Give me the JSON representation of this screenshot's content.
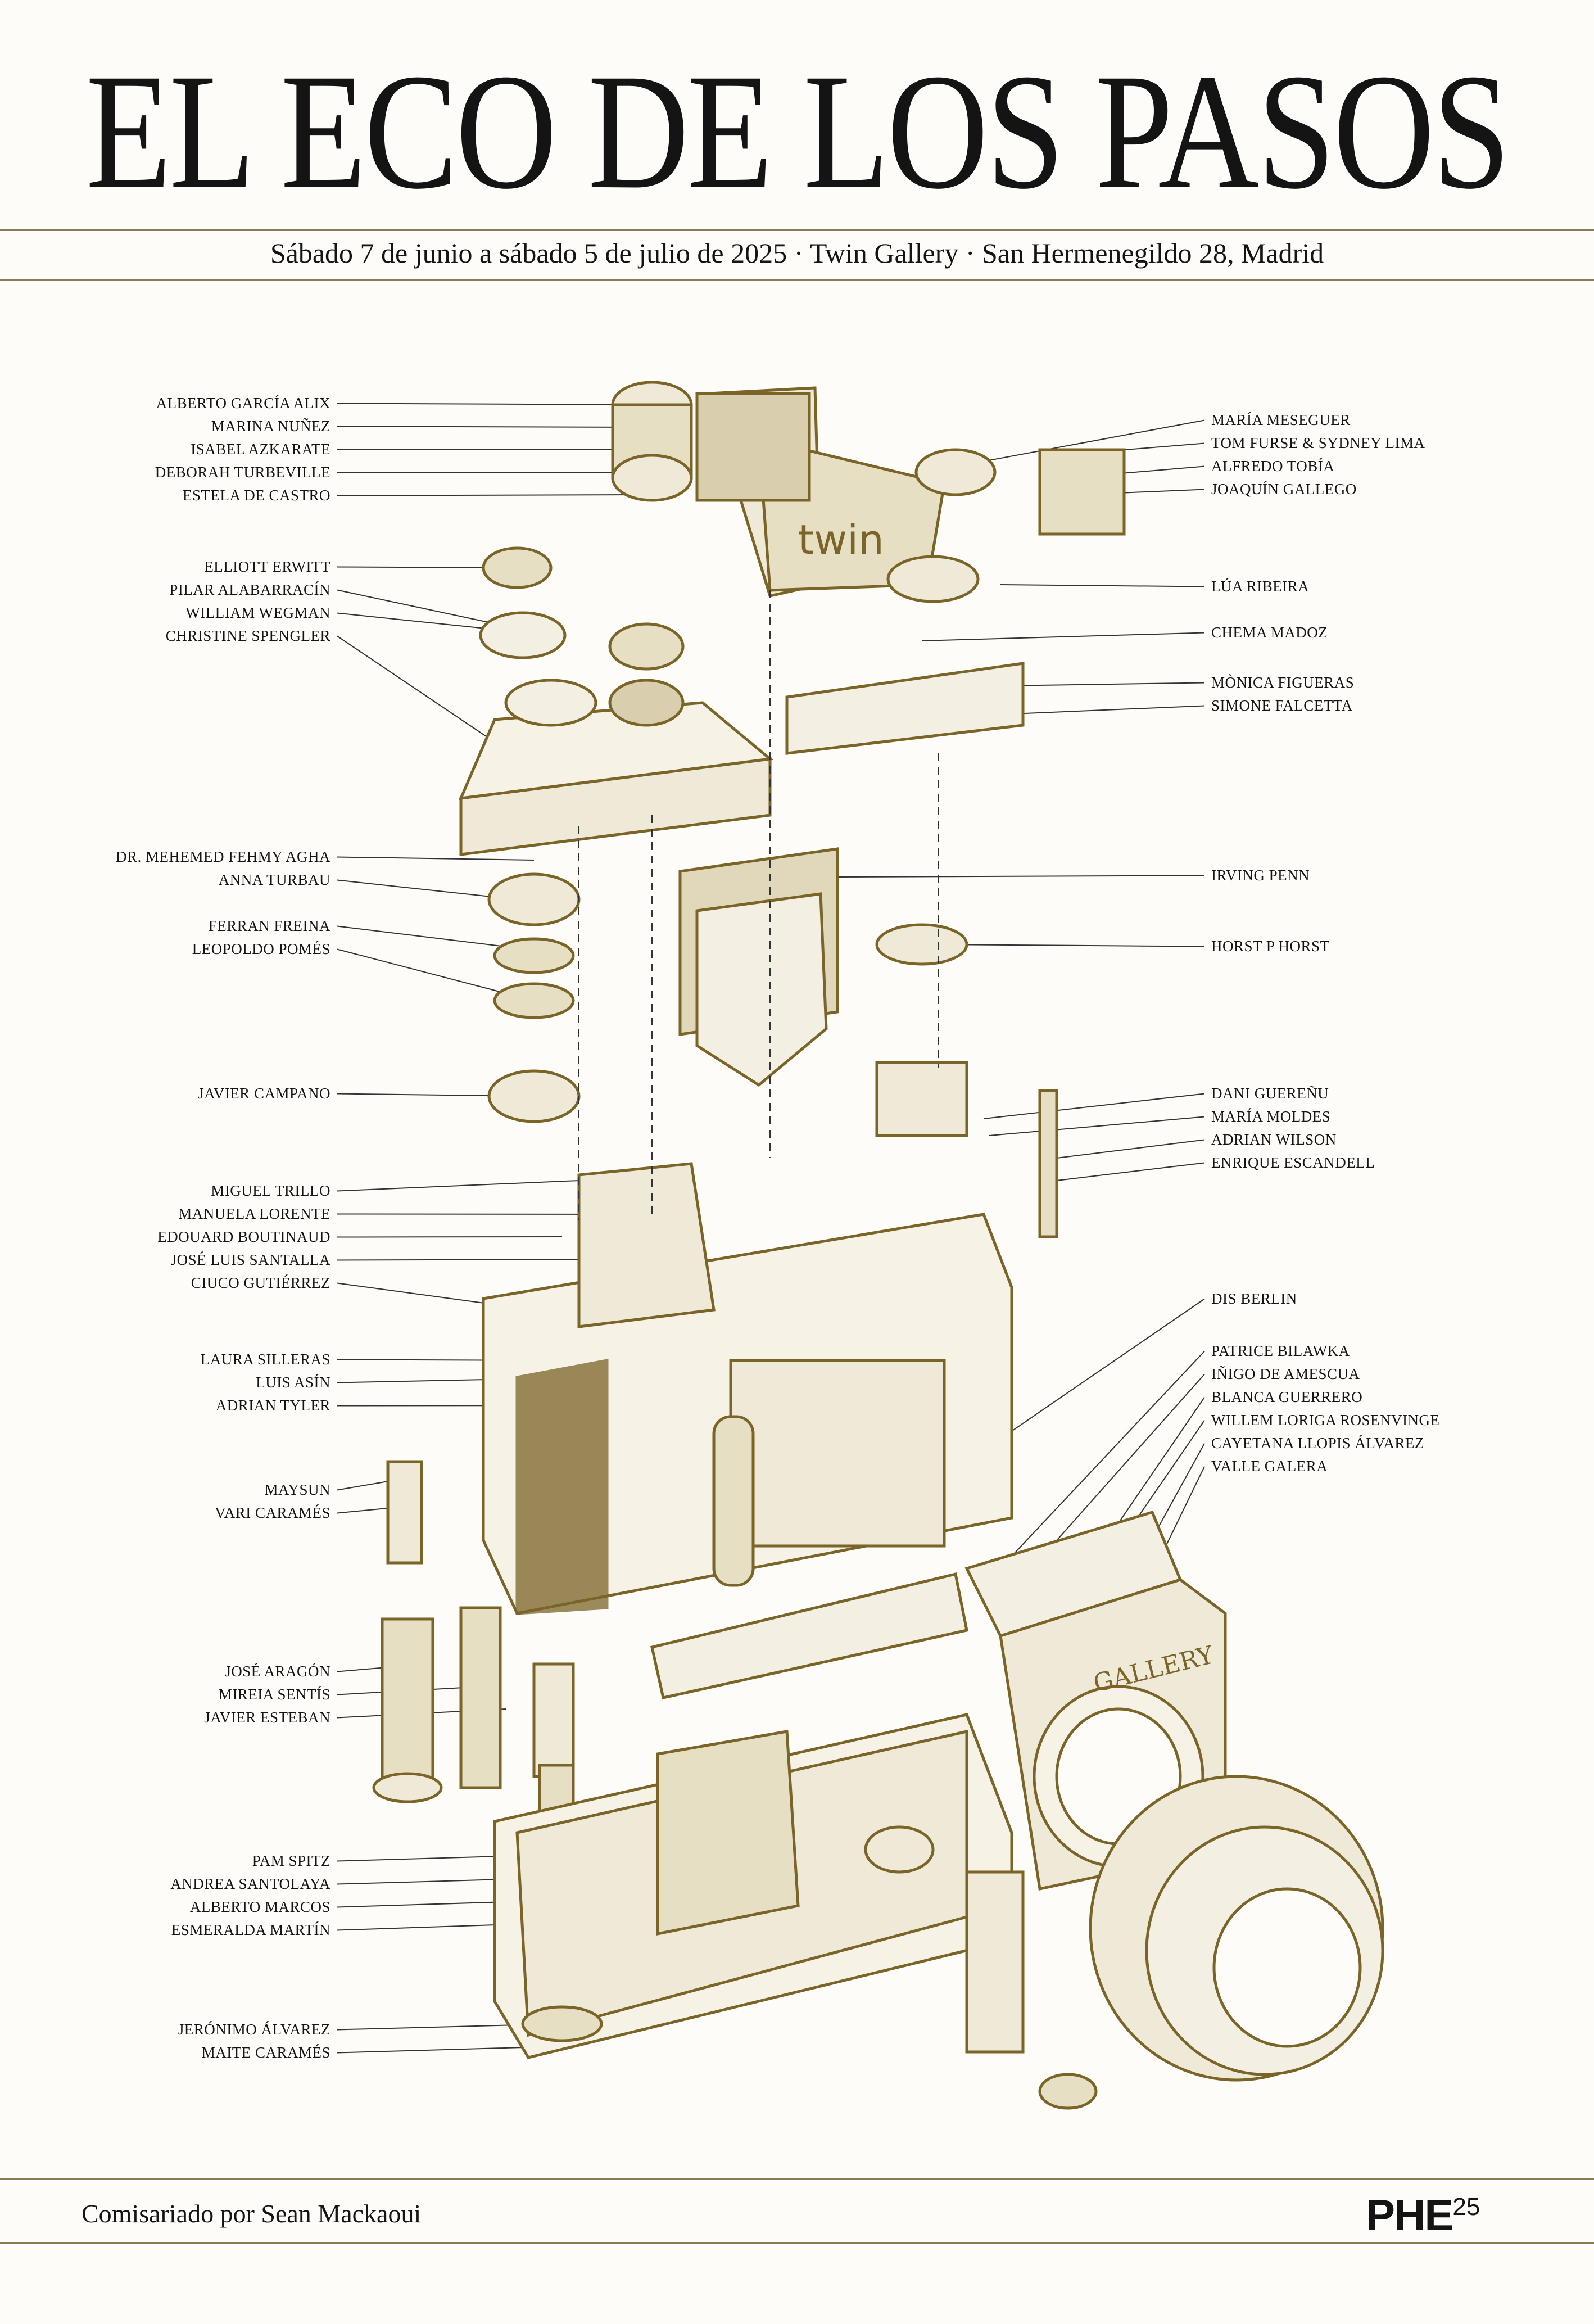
{
  "header": {
    "title": "EL ECO DE LOS PASOS",
    "info": "Sábado 7 de junio a sábado 5 de julio de 2025 · Twin Gallery · San Hermenegildo 28, Madrid"
  },
  "illustration": {
    "ink_color": "#7a6428",
    "engraved_labels": {
      "top": "twin",
      "lens_mount": "GALLERY"
    }
  },
  "names_left": [
    [
      "Alberto García Alix",
      "Marina Nuñez",
      "Isabel Azkarate",
      "Deborah Turbeville",
      "Estela de Castro"
    ],
    [
      "Elliott Erwitt",
      "Pilar Alabarracín",
      "William Wegman",
      "Christine Spengler"
    ],
    [
      "Dr. Mehemed Fehmy Agha",
      "Anna Turbau"
    ],
    [
      "Ferran Freina",
      "Leopoldo Pomés"
    ],
    [
      "Javier Campano"
    ],
    [
      "Miguel Trillo",
      "Manuela Lorente",
      "Edouard Boutinaud",
      "José Luis Santalla",
      "Ciuco Gutiérrez"
    ],
    [
      "Laura Silleras",
      "Luis Asín",
      "Adrian Tyler"
    ],
    [
      "Maysun",
      "Vari Caramés"
    ],
    [
      "José Aragón",
      "Mireia Sentís",
      "Javier Esteban"
    ],
    [
      "Pam Spitz",
      "Andrea Santolaya",
      "Alberto Marcos",
      "Esmeralda Martín"
    ],
    [
      "Jerónimo Álvarez",
      "Maite Caramés"
    ]
  ],
  "names_right": [
    [
      "María Meseguer",
      "Tom Furse & Sydney Lima",
      "Alfredo Tobía",
      "Joaquín Gallego"
    ],
    [
      "Lúa Ribeira"
    ],
    [
      "Chema Madoz"
    ],
    [
      "Mònica Figueras",
      "Simone Falcetta"
    ],
    [
      "Irving Penn"
    ],
    [
      "Horst P Horst"
    ],
    [
      "Dani Guereñu",
      "María Moldes",
      "Adrian Wilson",
      "Enrique Escandell"
    ],
    [
      "Dis Berlin"
    ],
    [
      "Patrice Bilawka",
      "Iñigo de Amescua",
      "Blanca Guerrero",
      "Willem Loriga Rosenvinge",
      "Cayetana Llopis Álvarez",
      "Valle Galera"
    ]
  ],
  "footer": {
    "curator": "Comisariado por Sean Mackaoui",
    "logo_text": "PHE",
    "logo_number": "25"
  }
}
